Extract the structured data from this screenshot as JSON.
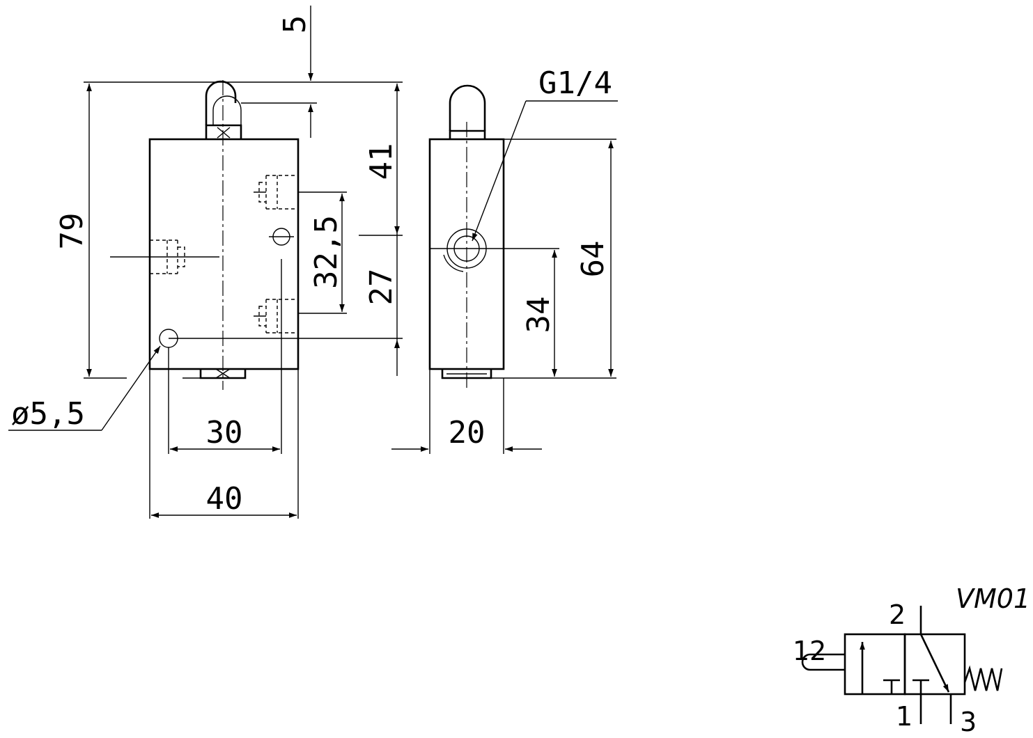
{
  "dimensions": {
    "top_offset": "5",
    "overall_height": "79",
    "upper_height": "41",
    "port_spacing": "32,5",
    "lower_height": "27",
    "hole_diameter": "ø5,5",
    "hole_spacing": "30",
    "body_width": "40",
    "body_depth": "20",
    "thread": "G1/4",
    "port_height": "34",
    "body_height": "64"
  },
  "symbol": {
    "model": "VM01",
    "ports": {
      "pilot": "12",
      "outlet": "2",
      "inlet": "1",
      "exhaust": "3"
    }
  }
}
